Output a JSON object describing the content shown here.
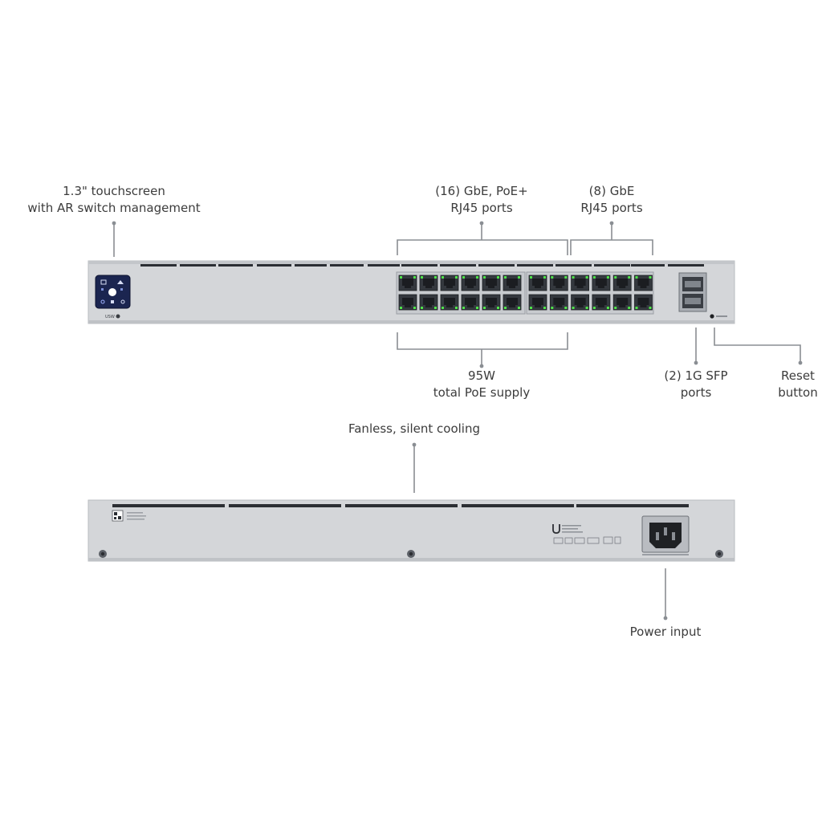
{
  "callouts": {
    "touchscreen": {
      "line1": "1.3\" touchscreen",
      "line2": "with AR switch management"
    },
    "gbe_poe": {
      "line1": "(16) GbE, PoE+",
      "line2": "RJ45 ports"
    },
    "gbe": {
      "line1": "(8) GbE",
      "line2": "RJ45 ports"
    },
    "poe_supply": {
      "line1": "95W",
      "line2": "total PoE supply"
    },
    "sfp": {
      "line1": "(2) 1G SFP",
      "line2": "ports"
    },
    "reset": {
      "line1": "Reset",
      "line2": "button"
    },
    "cooling": {
      "line1": "Fanless, silent cooling"
    },
    "power": {
      "line1": "Power input"
    }
  },
  "device": {
    "model_mark": "USW",
    "port_status_color": "#4fe24a",
    "touchscreen_color": "#1b2550",
    "chassis_color": "#d3d5d8"
  }
}
